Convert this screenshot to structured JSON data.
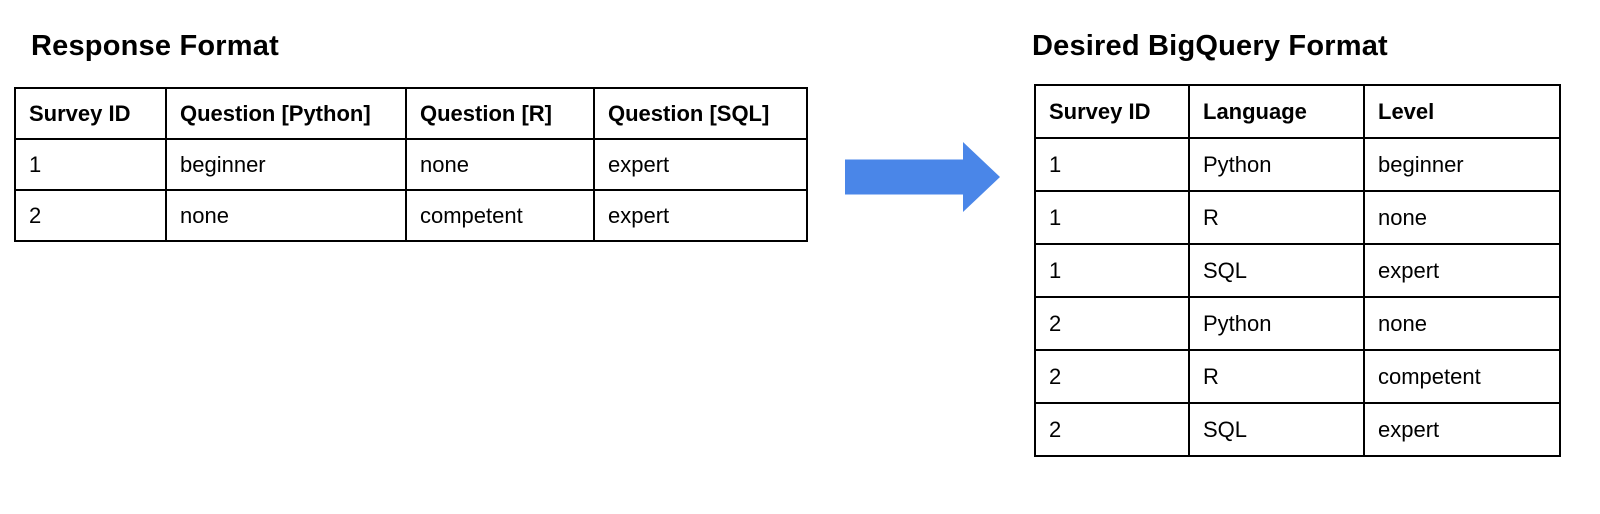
{
  "left_panel": {
    "title": "Response Format",
    "table": {
      "headers": [
        "Survey ID",
        "Question [Python]",
        "Question [R]",
        "Question [SQL]"
      ],
      "rows": [
        [
          "1",
          "beginner",
          "none",
          "expert"
        ],
        [
          "2",
          "none",
          "competent",
          "expert"
        ]
      ]
    }
  },
  "arrow": {
    "icon": "right-block-arrow",
    "color": "#4a86e8"
  },
  "right_panel": {
    "title": "Desired BigQuery Format",
    "table": {
      "headers": [
        "Survey ID",
        "Language",
        "Level"
      ],
      "rows": [
        [
          "1",
          "Python",
          "beginner"
        ],
        [
          "1",
          "R",
          "none"
        ],
        [
          "1",
          "SQL",
          "expert"
        ],
        [
          "2",
          "Python",
          "none"
        ],
        [
          "2",
          "R",
          "competent"
        ],
        [
          "2",
          "SQL",
          "expert"
        ]
      ]
    }
  }
}
